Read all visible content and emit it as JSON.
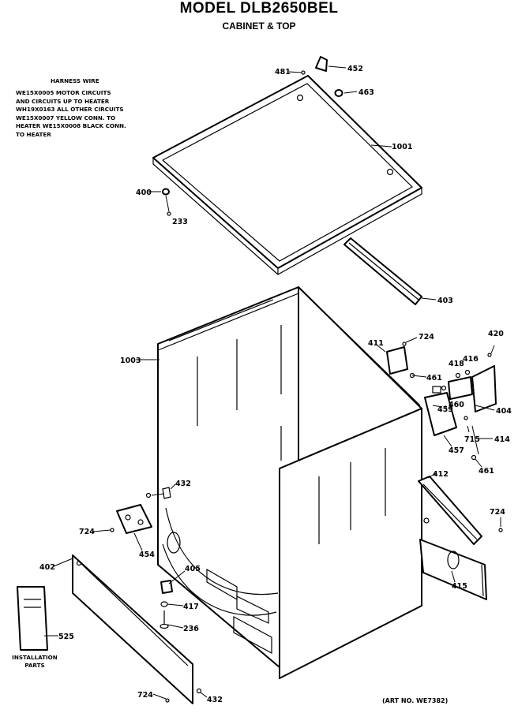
{
  "header": {
    "model": "MODEL DLB2650BEL",
    "section": "CABINET & TOP"
  },
  "harness_note": {
    "title": "HARNESS WIRE",
    "lines": "WE15X0005 MOTOR CIRCUITS\nAND CIRCUITS UP TO HEATER\nWH19X0163 ALL OTHER CIRCUITS\nWE15X0007 YELLOW CONN. TO\nHEATER WE15X0008 BLACK CONN.\nTO HEATER"
  },
  "installation_label": "INSTALLATION\nPARTS",
  "art_number": "(ART NO. WE7382)",
  "callouts": {
    "c481": "481",
    "c452": "452",
    "c463": "463",
    "c1001": "1001",
    "c400": "400",
    "c233": "233",
    "c403": "403",
    "c1003": "1003",
    "c411": "411",
    "c724a": "724",
    "c420": "420",
    "c418": "418",
    "c416": "416",
    "c461a": "461",
    "c459": "459",
    "c460": "460",
    "c404": "404",
    "c715": "715",
    "c414": "414",
    "c457": "457",
    "c461b": "461",
    "c412": "412",
    "c432a": "432",
    "c724b": "724",
    "c724c": "724",
    "c454": "454",
    "c402": "402",
    "c405": "405",
    "c417": "417",
    "c236": "236",
    "c525": "525",
    "c415": "415",
    "c724d": "724",
    "c432b": "432"
  }
}
